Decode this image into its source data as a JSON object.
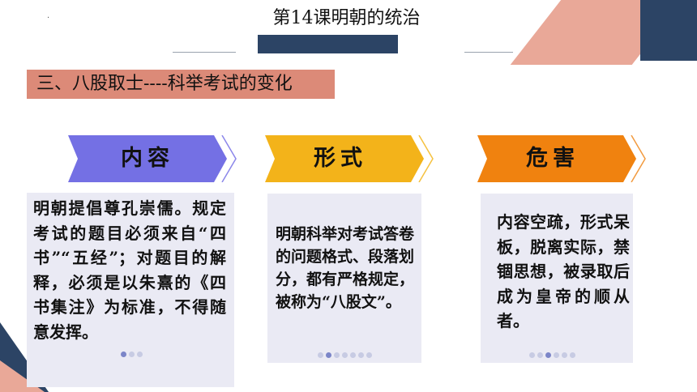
{
  "slide": {
    "title": "第14课明朝的统治",
    "section_heading": "三、八股取士----科举考试的变化",
    "marker": "."
  },
  "columns": [
    {
      "heading": "内容",
      "color": "#7470e4",
      "text": "明朝提倡尊孔崇儒。规定考试的题目必须来自“四书”“五经”；对题目的解释，必须是以朱熹的《四书集注》为标准，不得随意发挥。"
    },
    {
      "heading": "形式",
      "color": "#f3b31a",
      "text": "明朝科举对考试答卷的问题格式、段落划分，都有严格规定，被称为“八股文”。"
    },
    {
      "heading": "危害",
      "color": "#f0820f",
      "text": "内容空疏，形式呆板，脱离实际，禁锢思想，被录取后成为皇帝的顺从者。"
    }
  ],
  "colors": {
    "navy": "#2c4465",
    "peach": "#e9a898",
    "section_bg": "#dc8a78",
    "card_bg": "#eaeaf4"
  }
}
